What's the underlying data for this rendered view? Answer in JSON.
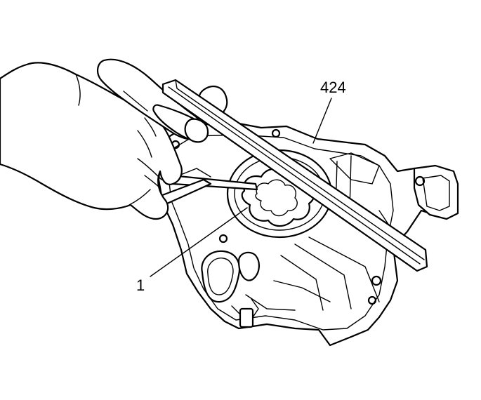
{
  "callouts": [
    {
      "id": "424",
      "label": "424"
    },
    {
      "id": "1",
      "label": "1"
    }
  ],
  "colors": {
    "ink": "#000000",
    "paper": "#ffffff"
  }
}
